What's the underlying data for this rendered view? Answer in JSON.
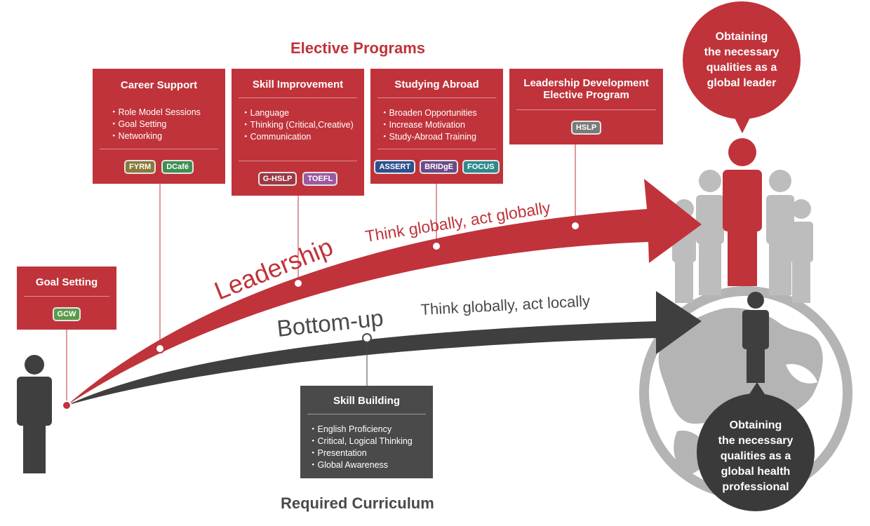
{
  "headings": {
    "elective": "Elective Programs",
    "required": "Required Curriculum"
  },
  "paths": {
    "leadership": {
      "label": "Leadership",
      "motto": "Think globally, act globally"
    },
    "bottom_up": {
      "label": "Bottom-up",
      "motto": "Think globally, act locally"
    }
  },
  "boxes": {
    "goal_setting": {
      "title": "Goal Setting",
      "items": [],
      "tags": [
        {
          "label": "GCW",
          "color": "#5a9a4a"
        }
      ]
    },
    "career_support": {
      "title": "Career Support",
      "items": [
        "Role Model Sessions",
        "Goal Setting",
        "Networking"
      ],
      "tags": [
        {
          "label": "FYRM",
          "color": "#8a7a3a"
        },
        {
          "label": "DCafé",
          "color": "#3f8f52"
        }
      ]
    },
    "skill_improvement": {
      "title": "Skill Improvement",
      "items": [
        "Language",
        "Thinking (Critical,Creative)",
        "Communication"
      ],
      "tags": [
        {
          "label": "G-HSLP",
          "color": "#9c3845"
        },
        {
          "label": "TOEFL",
          "color": "#9a5aa0"
        }
      ]
    },
    "studying_abroad": {
      "title": "Studying Abroad",
      "items": [
        "Broaden Opportunities",
        "Increase Motivation",
        "Study-Abroad Training"
      ],
      "tags": [
        {
          "label": "ASSERT",
          "color": "#2f4f8f"
        },
        {
          "label": "BRIDgE",
          "color": "#6a4a8a"
        },
        {
          "label": "FOCUS",
          "color": "#2f8a8a"
        }
      ]
    },
    "leadership_dev": {
      "title": "Leadership Development\nElective Program",
      "items": [],
      "tags": [
        {
          "label": "HSLP",
          "color": "#7a7a7a"
        }
      ]
    },
    "skill_building": {
      "title": "Skill Building",
      "items": [
        "English Proficiency",
        "Critical, Logical Thinking",
        "Presentation",
        "Global Awareness"
      ],
      "tags": []
    }
  },
  "bubbles": {
    "leader": "Obtaining\nthe necessary\nqualities as a\nglobal leader",
    "health": "Obtaining\nthe necessary\nqualities as a\nglobal health\nprofessional"
  },
  "colors": {
    "accent_red": "#c0333a",
    "dark_gray": "#4a4a4a",
    "globe_gray": "#b4b4b4",
    "crowd_gray": "#bdbdbd"
  }
}
